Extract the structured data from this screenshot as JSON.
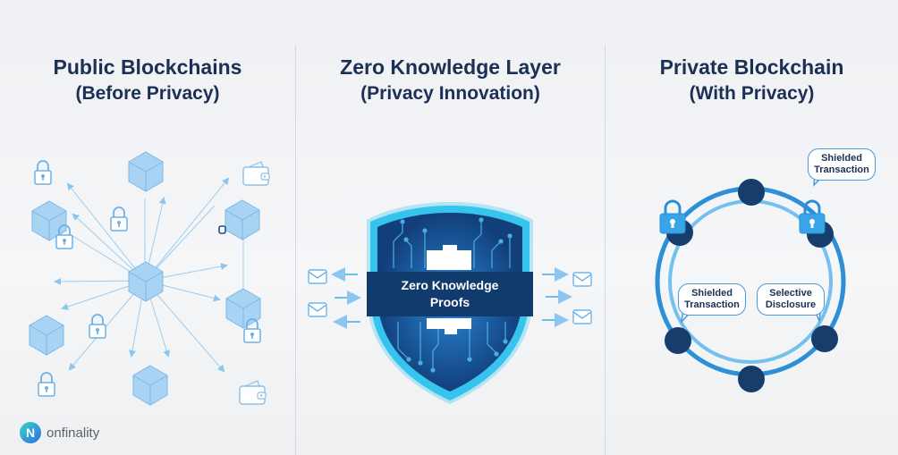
{
  "panels": [
    {
      "title": "Public Blockchains",
      "subtitle": "(Before Privacy)"
    },
    {
      "title": "Zero Knowledge Layer",
      "subtitle": "(Privacy Innovation)",
      "shield_label_line1": "Zero Knowledge",
      "shield_label_line2": "Proofs"
    },
    {
      "title": "Private Blockchain",
      "subtitle": "(With Privacy)",
      "bubbles": [
        {
          "line1": "Shielded",
          "line2": "Transaction"
        },
        {
          "line1": "Shielded",
          "line2": "Transaction"
        },
        {
          "line1": "Selective",
          "line2": "Disclosure"
        }
      ]
    }
  ],
  "branding": {
    "logo_glyph": "N",
    "name": "onfinality"
  },
  "colors": {
    "title": "#1c2f54",
    "accent": "#29b6e8",
    "node": "#143a66",
    "cube": "#9fcdf0"
  }
}
